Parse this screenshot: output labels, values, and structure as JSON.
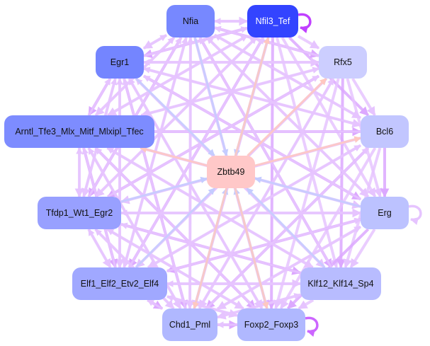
{
  "nodes": [
    {
      "id": "nfia",
      "label": "Nfia",
      "color": "#7788ff",
      "text": "#111111"
    },
    {
      "id": "nfil3",
      "label": "Nfil3_Tef",
      "color": "#3344ff",
      "text": "#ffffff"
    },
    {
      "id": "egr1",
      "label": "Egr1",
      "color": "#7485ff",
      "text": "#111111"
    },
    {
      "id": "rfx5",
      "label": "Rfx5",
      "color": "#ccceff",
      "text": "#111111"
    },
    {
      "id": "arntl",
      "label": "Arntl_Tfe3_Mlx_Mitf_Mlxipl_Tfec",
      "color": "#7d8cff",
      "text": "#111111"
    },
    {
      "id": "bcl6",
      "label": "Bcl6",
      "color": "#c2c6ff",
      "text": "#111111"
    },
    {
      "id": "zbtb49",
      "label": "Zbtb49",
      "color": "#ffc8c8",
      "text": "#111111"
    },
    {
      "id": "tfdp1",
      "label": "Tfdp1_Wt1_Egr2",
      "color": "#98a0ff",
      "text": "#111111"
    },
    {
      "id": "erg",
      "label": "Erg",
      "color": "#bcc2ff",
      "text": "#111111"
    },
    {
      "id": "elf1",
      "label": "Elf1_Elf2_Etv2_Elf4",
      "color": "#a0a8ff",
      "text": "#111111"
    },
    {
      "id": "klf12",
      "label": "Klf12_Klf14_Sp4",
      "color": "#b8bcff",
      "text": "#111111"
    },
    {
      "id": "chd1",
      "label": "Chd1_Pml",
      "color": "#b0b8ff",
      "text": "#111111"
    },
    {
      "id": "foxp2",
      "label": "Foxp2_Foxp3",
      "color": "#b0b8ff",
      "text": "#111111"
    }
  ],
  "edge_colors": {
    "default": "#e6c4ff",
    "strong": "#dca8ff",
    "to_hub": "#c4ccff",
    "from_hub": "#ffc8c0"
  },
  "hub_in": [
    "nfia",
    "egr1",
    "nfil3",
    "tfdp1",
    "elf1",
    "chd1",
    "foxp2",
    "erg",
    "klf12"
  ],
  "hub_out": [
    "nfil3",
    "rfx5",
    "bcl6",
    "arntl",
    "chd1",
    "foxp2"
  ],
  "self_loops": [
    {
      "node": "nfil3",
      "color": "#c040ff"
    },
    {
      "node": "erg",
      "color": "#e6c4ff"
    },
    {
      "node": "foxp2",
      "color": "#cc66ff"
    }
  ]
}
